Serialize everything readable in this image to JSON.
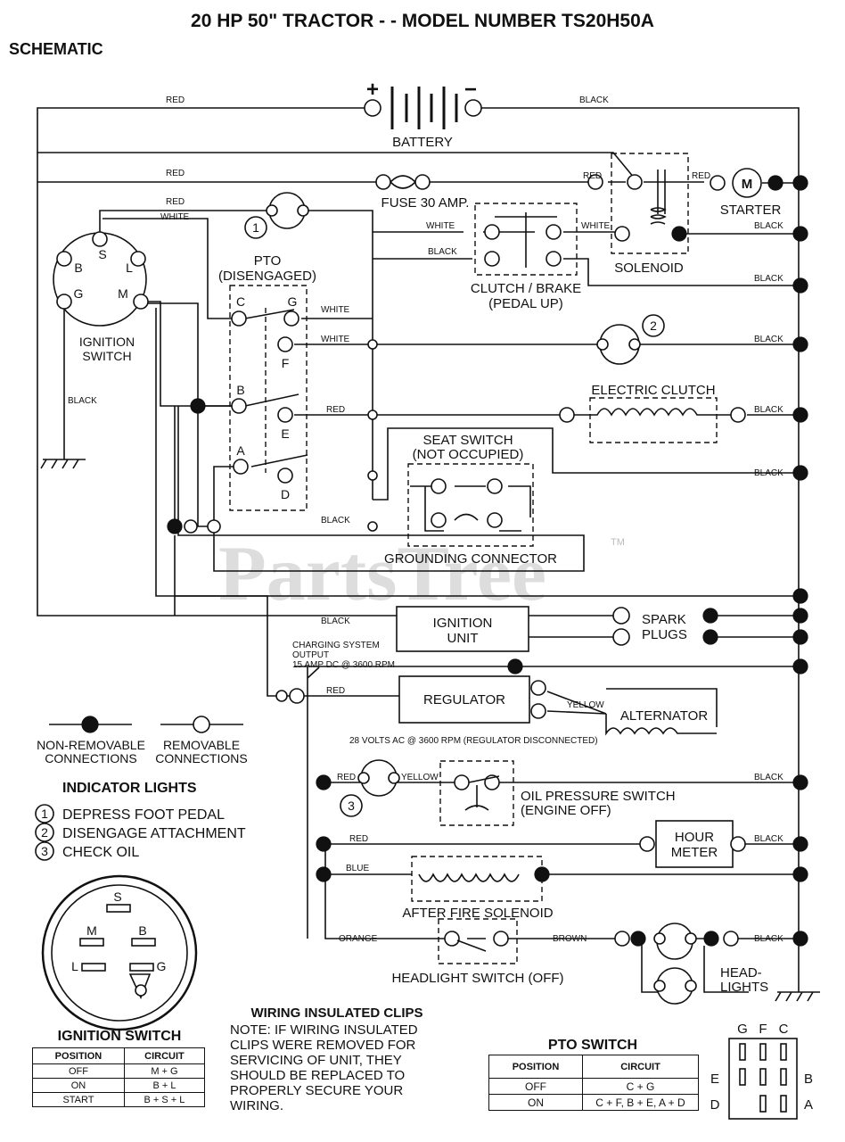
{
  "header": {
    "title": "20 HP 50\" TRACTOR - - MODEL NUMBER TS20H50A",
    "subtitle": "SCHEMATIC"
  },
  "watermark": "PartsTree",
  "trademark": "TM",
  "components": {
    "battery": "BATTERY",
    "battery_plus": "+",
    "battery_minus": "−",
    "fuse": "FUSE 30 AMP.",
    "starter": "STARTER",
    "starter_symbol": "M",
    "solenoid": "SOLENOID",
    "clutch_brake": "CLUTCH / BRAKE",
    "clutch_brake_state": "(PEDAL UP)",
    "pto": "PTO",
    "pto_state": "(DISENGAGED)",
    "ignition_switch": [
      "IGNITION",
      "SWITCH"
    ],
    "electric_clutch": "ELECTRIC CLUTCH",
    "seat_switch": "SEAT SWITCH",
    "seat_switch_state": "(NOT OCCUPIED)",
    "grounding_connector": "GROUNDING CONNECTOR",
    "ignition_unit": [
      "IGNITION",
      "UNIT"
    ],
    "spark_plugs": [
      "SPARK",
      "PLUGS"
    ],
    "charging_output": [
      "CHARGING SYSTEM",
      "OUTPUT",
      "15 AMP DC @ 3600 RPM"
    ],
    "regulator": "REGULATOR",
    "alternator": "ALTERNATOR",
    "alternator_output": "28 VOLTS AC @ 3600 RPM (REGULATOR DISCONNECTED)",
    "oil_pressure_switch": "OIL PRESSURE SWITCH",
    "oil_pressure_state": "(ENGINE OFF)",
    "hour_meter": [
      "HOUR",
      "METER"
    ],
    "after_fire_solenoid": "AFTER FIRE SOLENOID",
    "headlight_switch": "HEADLIGHT SWITCH (OFF)",
    "headlights": [
      "HEAD-",
      "LIGHTS"
    ]
  },
  "wire_colors": {
    "red": "RED",
    "black": "BLACK",
    "white": "WHITE",
    "yellow": "YELLOW",
    "blue": "BLUE",
    "orange": "ORANGE",
    "brown": "BROWN"
  },
  "terminals": {
    "S": "S",
    "B": "B",
    "L": "L",
    "G": "G",
    "M": "M",
    "C": "C",
    "F": "F",
    "E": "E",
    "A": "A",
    "D": "D"
  },
  "legend": {
    "non_removable": [
      "NON-REMOVABLE",
      "CONNECTIONS"
    ],
    "removable": [
      "REMOVABLE",
      "CONNECTIONS"
    ]
  },
  "indicator_lights": {
    "title": "INDICATOR LIGHTS",
    "items": [
      {
        "num": "1",
        "label": "DEPRESS FOOT PEDAL"
      },
      {
        "num": "2",
        "label": "DISENGAGE ATTACHMENT"
      },
      {
        "num": "3",
        "label": "CHECK OIL"
      }
    ]
  },
  "ignition_table": {
    "title": "IGNITION SWITCH",
    "headers": [
      "POSITION",
      "CIRCUIT"
    ],
    "rows": [
      [
        "OFF",
        "M + G"
      ],
      [
        "ON",
        "B + L"
      ],
      [
        "START",
        "B + S + L"
      ]
    ]
  },
  "wiring_note": {
    "title": "WIRING INSULATED CLIPS",
    "lines": [
      "NOTE: IF WIRING INSULATED",
      "CLIPS WERE REMOVED FOR",
      "SERVICING OF UNIT, THEY",
      "SHOULD BE REPLACED TO",
      "PROPERLY SECURE YOUR",
      "WIRING."
    ]
  },
  "pto_table": {
    "title": "PTO SWITCH",
    "headers": [
      "POSITION",
      "CIRCUIT"
    ],
    "rows": [
      [
        "OFF",
        "C + G"
      ],
      [
        "ON",
        "C + F, B + E, A + D"
      ]
    ]
  }
}
